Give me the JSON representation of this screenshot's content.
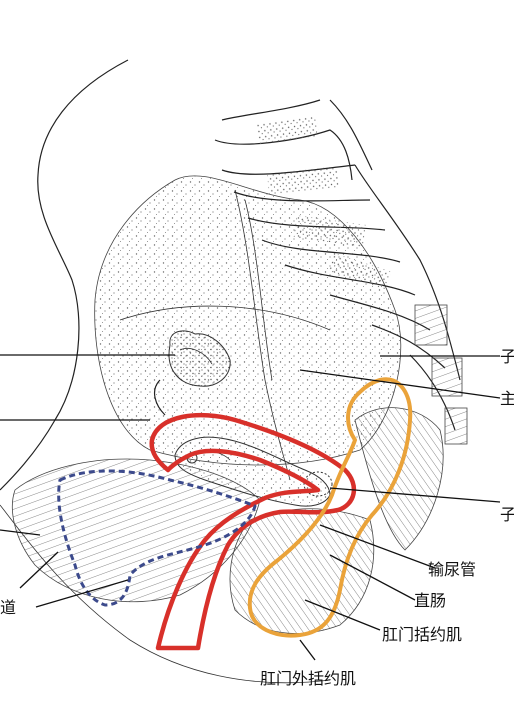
{
  "labels": {
    "ureter": "输尿管",
    "rectum": "直肠",
    "anal_sphincter": "肛门括约肌",
    "external_anal_sphincter": "肛门外括约肌",
    "vagina_partial": "道",
    "right_edge_top": "子",
    "right_edge_middle": "主",
    "right_edge_lower": "子"
  },
  "colors": {
    "red_outline": "#d8302a",
    "orange_outline": "#eaa33a",
    "blue_dashed_outline": "#3c4a8c",
    "ink": "#222222"
  }
}
